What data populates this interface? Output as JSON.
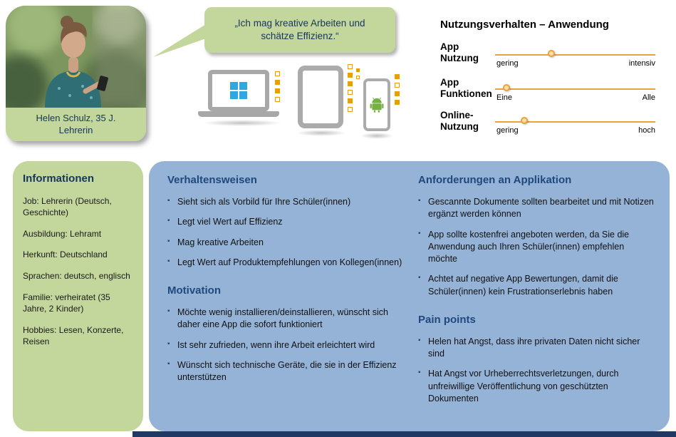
{
  "persona": {
    "name_line1": "Helen Schulz, 35 J.",
    "name_line2": "Lehrerin",
    "quote": "„Ich mag kreative Arbeiten und schätze Effizienz.“"
  },
  "usage": {
    "title": "Nutzungsverhalten – Anwendung",
    "sliders": [
      {
        "label": "App Nutzung",
        "min": "gering",
        "max": "intensiv",
        "value_pct": 36
      },
      {
        "label": "App Funktionen",
        "min": "Eine",
        "max": "Alle",
        "value_pct": 8
      },
      {
        "label": "Online-Nutzung",
        "min": "gering",
        "max": "hoch",
        "value_pct": 19
      }
    ]
  },
  "informationen": {
    "title": "Informationen",
    "items": [
      "Job: Lehrerin (Deutsch, Geschichte)",
      "Ausbildung: Lehramt",
      "Herkunft: Deutschland",
      "Sprachen: deutsch, englisch",
      "Familie: verheiratet (35 Jahre, 2 Kinder)",
      "Hobbies: Lesen, Konzerte, Reisen"
    ]
  },
  "verhaltensweisen": {
    "title": "Verhaltensweisen",
    "items": [
      "Sieht sich als Vorbild für Ihre Schüler(innen)",
      "Legt viel Wert auf Effizienz",
      "Mag kreative Arbeiten",
      "Legt Wert auf Produktempfehlungen von Kollegen(innen)"
    ]
  },
  "motivation": {
    "title": "Motivation",
    "items": [
      "Möchte wenig installieren/deinstallieren, wünscht sich daher eine App die sofort funktioniert",
      "Ist sehr zufrieden, wenn ihre Arbeit erleichtert wird",
      "Wünscht sich technische Geräte, die sie in der Effizienz unterstützen"
    ]
  },
  "anforderungen": {
    "title": "Anforderungen an Applikation",
    "items": [
      "Gescannte Dokumente sollten bearbeitet und mit Notizen ergänzt werden können",
      "App sollte kostenfrei angeboten werden, da Sie die Anwendung auch Ihren Schüler(innen) empfehlen möchte",
      "Achtet auf negative App Bewertungen, damit die Schüler(innen) kein Frustrationserlebnis haben"
    ]
  },
  "pain_points": {
    "title": "Pain points",
    "items": [
      "Helen hat Angst, dass ihre privaten Daten nicht sicher sind",
      "Hat Angst vor Urheberrechtsverletzungen, durch unfreiwillige Veröffentlichung von geschützten Dokumenten"
    ]
  },
  "icons": {
    "laptop": "laptop-icon",
    "tablet": "tablet-icon",
    "smartphone": "smartphone-icon",
    "windows_logo": "windows-logo-icon",
    "android_robot": "android-icon",
    "app_squares": "app-square-icon"
  },
  "colors": {
    "green_panel": "#C3D69B",
    "blue_panel": "#95B3D7",
    "heading_navy": "#1F497D",
    "slider_orange": "#E8A33D",
    "footer_navy": "#1F3864"
  }
}
